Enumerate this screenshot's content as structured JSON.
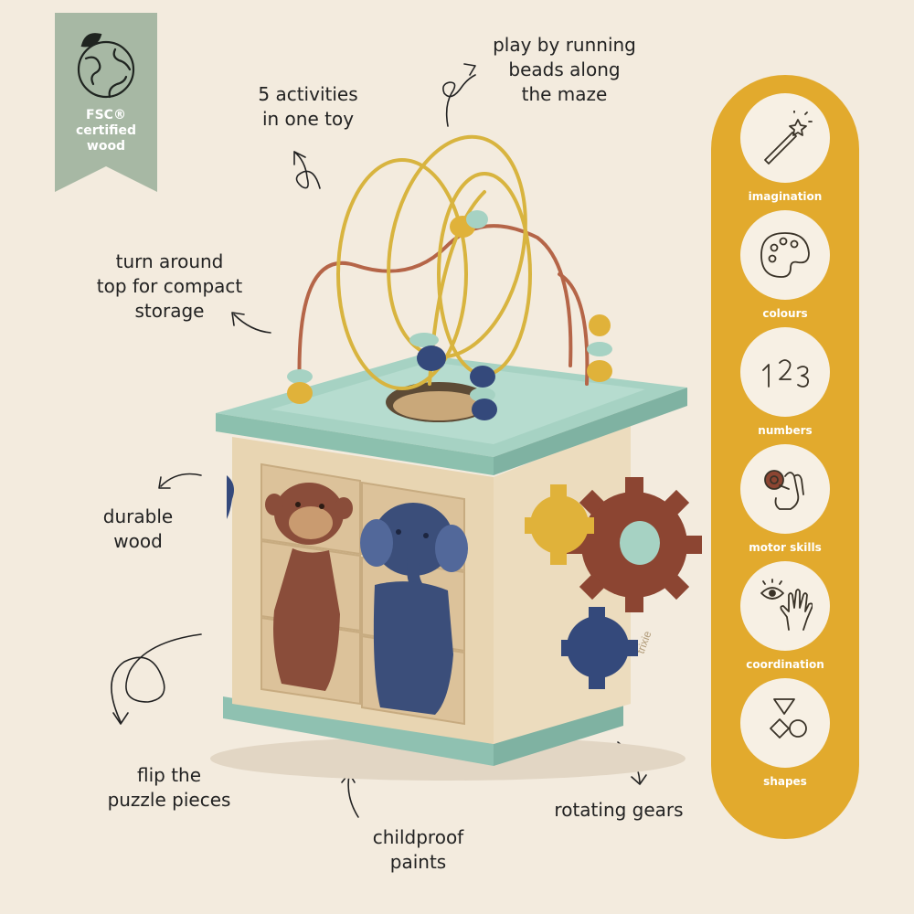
{
  "badge": {
    "lines": [
      "FSC®",
      "certified",
      "wood"
    ]
  },
  "labels": {
    "activities": [
      "5 activities",
      "in one toy"
    ],
    "maze": [
      "play by running",
      "beads along",
      "the maze"
    ],
    "storage": [
      "turn around",
      "top for compact",
      "storage"
    ],
    "wood": [
      "durable",
      "wood"
    ],
    "puzzle": [
      "flip the",
      "puzzle pieces"
    ],
    "paints": [
      "childproof",
      "paints"
    ],
    "gears": [
      "rotating gears"
    ]
  },
  "brand": "trixie",
  "features": [
    {
      "label": "imagination",
      "icon": "magic-wand-icon"
    },
    {
      "label": "colours",
      "icon": "paint-palette-icon"
    },
    {
      "label": "numbers",
      "icon": "numbers-icon"
    },
    {
      "label": "motor skills",
      "icon": "hand-grasp-icon"
    },
    {
      "label": "coordination",
      "icon": "eye-hand-icon"
    },
    {
      "label": "shapes",
      "icon": "shapes-icon"
    }
  ],
  "colors": {
    "background": "#f3ebde",
    "badge": "#a7b8a4",
    "pill": "#e2aa2d",
    "mint": "#a6d2c3",
    "mustard": "#e0b23a",
    "rust": "#8c4532",
    "navy": "#34497b"
  }
}
